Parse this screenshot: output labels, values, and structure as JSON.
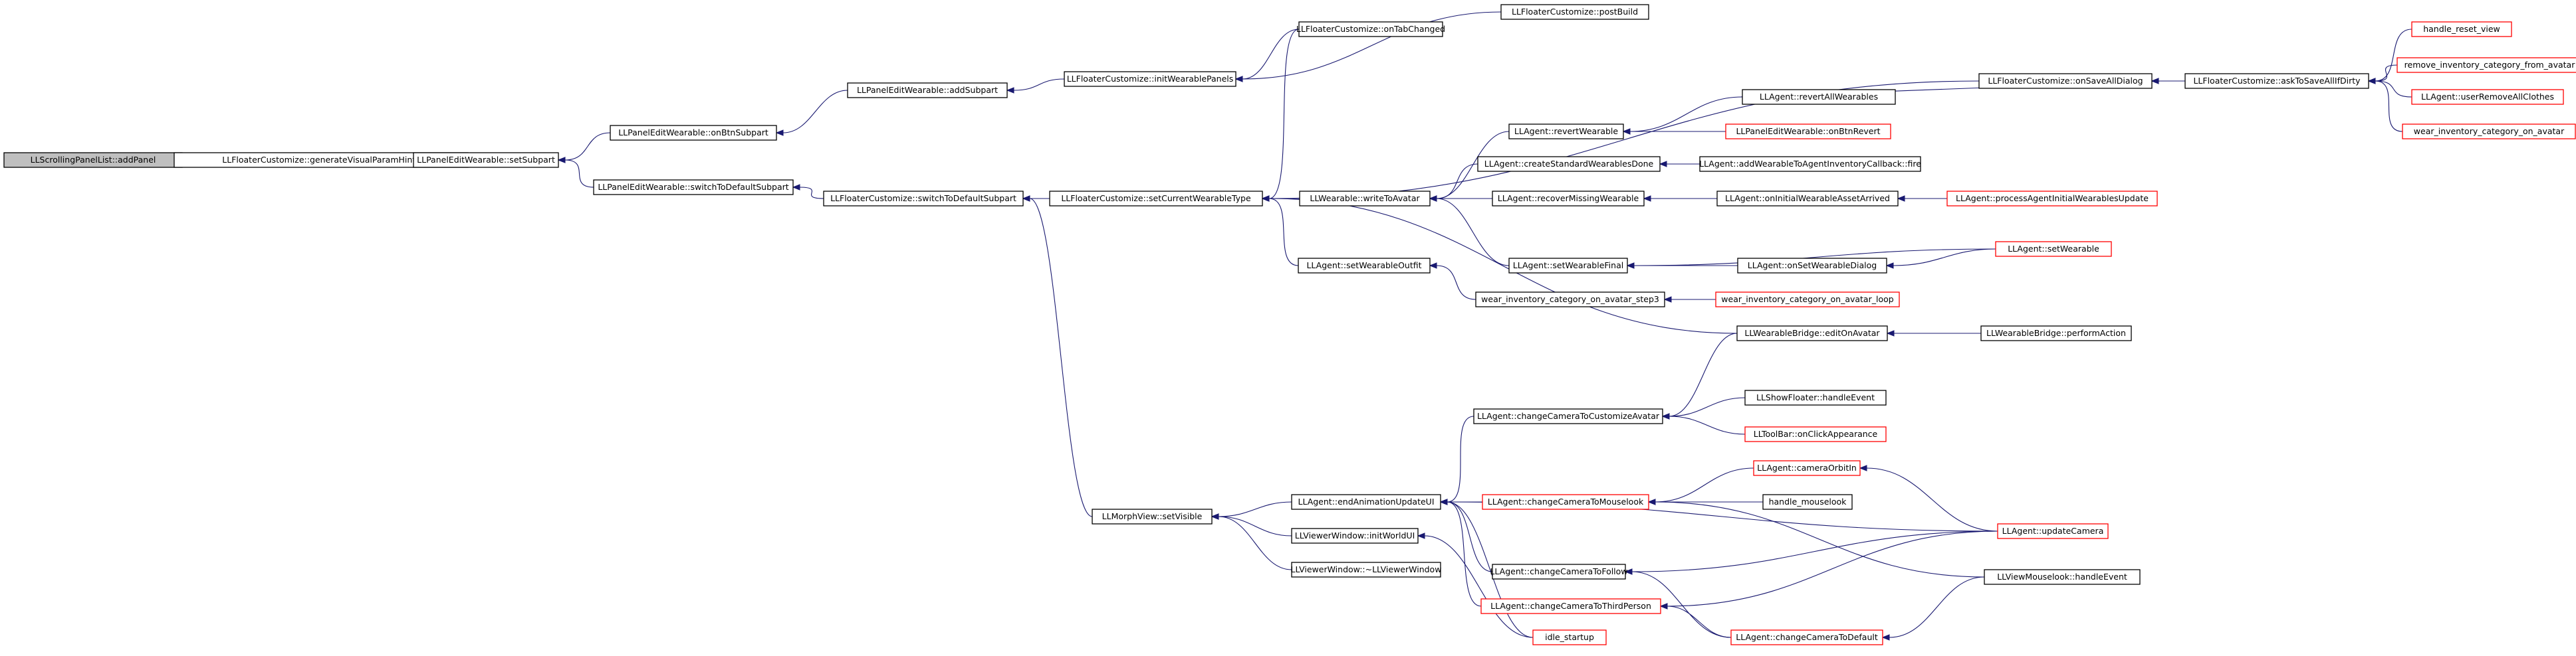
{
  "colors": {
    "edge": "#191970",
    "root_fill": "#bfbfbf",
    "fill": "#ffffff",
    "border_normal": "#000000",
    "border_truncated": "#ff0000"
  },
  "nodes": [
    {
      "id": "n0",
      "label": "LLScrollingPanelList::addPanel",
      "kind": "root"
    },
    {
      "id": "n1",
      "label": "LLFloaterCustomize::generateVisualParamHints",
      "kind": "normal"
    },
    {
      "id": "n2",
      "label": "LLPanelEditWearable::setSubpart",
      "kind": "normal"
    },
    {
      "id": "n3",
      "label": "LLPanelEditWearable::onBtnSubpart",
      "kind": "normal"
    },
    {
      "id": "n4",
      "label": "LLPanelEditWearable::switchToDefaultSubpart",
      "kind": "normal"
    },
    {
      "id": "n5",
      "label": "LLPanelEditWearable::addSubpart",
      "kind": "normal"
    },
    {
      "id": "n6",
      "label": "LLFloaterCustomize::initWearablePanels",
      "kind": "normal"
    },
    {
      "id": "n7",
      "label": "LLFloaterCustomize::postBuild",
      "kind": "normal"
    },
    {
      "id": "n8",
      "label": "LLFloaterCustomize::switchToDefaultSubpart",
      "kind": "normal"
    },
    {
      "id": "n9",
      "label": "LLFloaterCustomize::setCurrentWearableType",
      "kind": "normal"
    },
    {
      "id": "n10",
      "label": "LLFloaterCustomize::onTabChanged",
      "kind": "normal"
    },
    {
      "id": "n11",
      "label": "LLFloaterCustomize::onSaveAllDialog",
      "kind": "normal"
    },
    {
      "id": "n12",
      "label": "LLFloaterCustomize::askToSaveAllIfDirty",
      "kind": "normal"
    },
    {
      "id": "n13",
      "label": "handle_reset_view",
      "kind": "truncated"
    },
    {
      "id": "n14",
      "label": "remove_inventory_category_from_avatar",
      "kind": "truncated"
    },
    {
      "id": "n15",
      "label": "LLAgent::userRemoveAllClothes",
      "kind": "truncated"
    },
    {
      "id": "n16",
      "label": "wear_inventory_category_on_avatar",
      "kind": "truncated"
    },
    {
      "id": "n17",
      "label": "LLWearable::writeToAvatar",
      "kind": "normal"
    },
    {
      "id": "n18",
      "label": "LLAgent::revertWearable",
      "kind": "normal"
    },
    {
      "id": "n19",
      "label": "LLAgent::revertAllWearables",
      "kind": "normal"
    },
    {
      "id": "n20",
      "label": "LLPanelEditWearable::onBtnRevert",
      "kind": "truncated"
    },
    {
      "id": "n21",
      "label": "LLAgent::createStandardWearablesDone",
      "kind": "normal"
    },
    {
      "id": "n22",
      "label": "LLAgent::addWearableToAgentInventoryCallback::fire",
      "kind": "normal"
    },
    {
      "id": "n23",
      "label": "LLAgent::recoverMissingWearable",
      "kind": "normal"
    },
    {
      "id": "n24",
      "label": "LLAgent::onInitialWearableAssetArrived",
      "kind": "normal"
    },
    {
      "id": "n25",
      "label": "LLAgent::processAgentInitialWearablesUpdate",
      "kind": "truncated"
    },
    {
      "id": "n26",
      "label": "LLAgent::setWearableFinal",
      "kind": "normal"
    },
    {
      "id": "n27",
      "label": "LLAgent::onSetWearableDialog",
      "kind": "normal"
    },
    {
      "id": "n28",
      "label": "LLAgent::setWearable",
      "kind": "truncated"
    },
    {
      "id": "n29",
      "label": "LLAgent::setWearableOutfit",
      "kind": "normal"
    },
    {
      "id": "n30",
      "label": "wear_inventory_category_on_avatar_step3",
      "kind": "normal"
    },
    {
      "id": "n31",
      "label": "wear_inventory_category_on_avatar_loop",
      "kind": "truncated"
    },
    {
      "id": "n32",
      "label": "LLWearableBridge::editOnAvatar",
      "kind": "normal"
    },
    {
      "id": "n33",
      "label": "LLWearableBridge::performAction",
      "kind": "normal"
    },
    {
      "id": "n34",
      "label": "LLAgent::changeCameraToCustomizeAvatar",
      "kind": "normal"
    },
    {
      "id": "n35",
      "label": "LLShowFloater::handleEvent",
      "kind": "normal"
    },
    {
      "id": "n36",
      "label": "LLToolBar::onClickAppearance",
      "kind": "truncated"
    },
    {
      "id": "n37",
      "label": "LLMorphView::setVisible",
      "kind": "normal"
    },
    {
      "id": "n38",
      "label": "LLAgent::endAnimationUpdateUI",
      "kind": "normal"
    },
    {
      "id": "n39",
      "label": "LLAgent::changeCameraToMouselook",
      "kind": "truncated"
    },
    {
      "id": "n40",
      "label": "LLAgent::cameraOrbitIn",
      "kind": "truncated"
    },
    {
      "id": "n41",
      "label": "handle_mouselook",
      "kind": "normal"
    },
    {
      "id": "n42",
      "label": "LLAgent::updateCamera",
      "kind": "truncated"
    },
    {
      "id": "n43",
      "label": "LLViewerWindow::initWorldUI",
      "kind": "normal"
    },
    {
      "id": "n44",
      "label": "LLViewerWindow::~LLViewerWindow",
      "kind": "normal"
    },
    {
      "id": "n45",
      "label": "LLAgent::changeCameraToFollow",
      "kind": "normal"
    },
    {
      "id": "n46",
      "label": "LLViewMouselook::handleEvent",
      "kind": "normal"
    },
    {
      "id": "n47",
      "label": "LLAgent::changeCameraToThirdPerson",
      "kind": "truncated"
    },
    {
      "id": "n48",
      "label": "LLAgent::changeCameraToDefault",
      "kind": "truncated"
    },
    {
      "id": "n49",
      "label": "idle_startup",
      "kind": "truncated"
    }
  ],
  "edges": [
    [
      "n1",
      "n0"
    ],
    [
      "n2",
      "n1"
    ],
    [
      "n3",
      "n2"
    ],
    [
      "n4",
      "n2"
    ],
    [
      "n5",
      "n3"
    ],
    [
      "n6",
      "n5"
    ],
    [
      "n7",
      "n6"
    ],
    [
      "n10",
      "n6"
    ],
    [
      "n8",
      "n4"
    ],
    [
      "n9",
      "n8"
    ],
    [
      "n37",
      "n8"
    ],
    [
      "n10",
      "n9"
    ],
    [
      "n11",
      "n9"
    ],
    [
      "n17",
      "n9"
    ],
    [
      "n29",
      "n9"
    ],
    [
      "n32",
      "n9"
    ],
    [
      "n12",
      "n11"
    ],
    [
      "n19",
      "n11"
    ],
    [
      "n13",
      "n12"
    ],
    [
      "n14",
      "n12"
    ],
    [
      "n15",
      "n12"
    ],
    [
      "n16",
      "n12"
    ],
    [
      "n18",
      "n17"
    ],
    [
      "n21",
      "n17"
    ],
    [
      "n23",
      "n17"
    ],
    [
      "n24",
      "n17"
    ],
    [
      "n26",
      "n17"
    ],
    [
      "n19",
      "n18"
    ],
    [
      "n20",
      "n18"
    ],
    [
      "n22",
      "n21"
    ],
    [
      "n24",
      "n23"
    ],
    [
      "n25",
      "n24"
    ],
    [
      "n27",
      "n26"
    ],
    [
      "n28",
      "n26"
    ],
    [
      "n28",
      "n27"
    ],
    [
      "n30",
      "n29"
    ],
    [
      "n31",
      "n30"
    ],
    [
      "n33",
      "n32"
    ],
    [
      "n38",
      "n37"
    ],
    [
      "n43",
      "n37"
    ],
    [
      "n44",
      "n37"
    ],
    [
      "n34",
      "n38"
    ],
    [
      "n39",
      "n38"
    ],
    [
      "n45",
      "n38"
    ],
    [
      "n47",
      "n38"
    ],
    [
      "n49",
      "n38"
    ],
    [
      "n42",
      "n38"
    ],
    [
      "n32",
      "n34"
    ],
    [
      "n35",
      "n34"
    ],
    [
      "n36",
      "n34"
    ],
    [
      "n40",
      "n39"
    ],
    [
      "n41",
      "n39"
    ],
    [
      "n46",
      "n39"
    ],
    [
      "n42",
      "n40"
    ],
    [
      "n42",
      "n45"
    ],
    [
      "n48",
      "n45"
    ],
    [
      "n49",
      "n43"
    ],
    [
      "n42",
      "n47"
    ],
    [
      "n48",
      "n47"
    ],
    [
      "n46",
      "n48"
    ]
  ]
}
